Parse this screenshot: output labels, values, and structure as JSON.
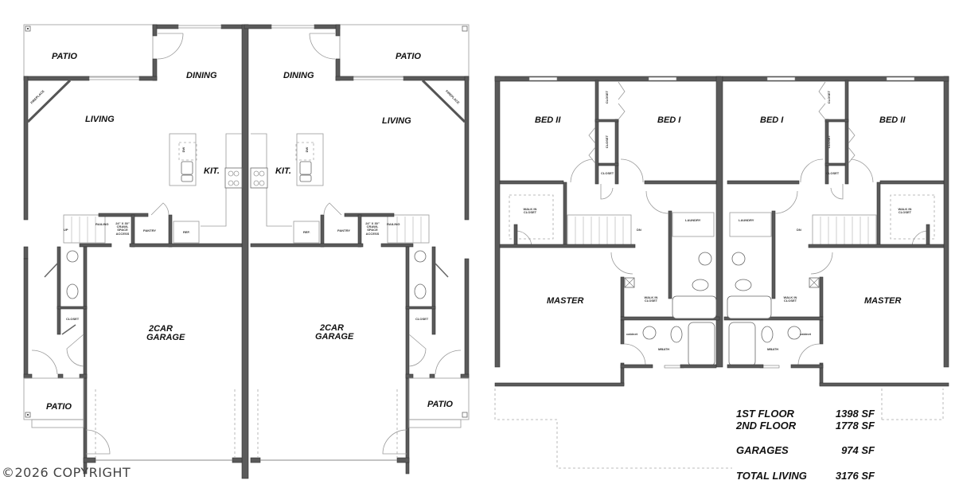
{
  "plan": {
    "first_floor": {
      "unit_left": {
        "rooms": {
          "patio_rear": "PATIO",
          "dining": "DINING",
          "living": "LIVING",
          "fireplace": "FIREPLACE",
          "kitchen": "KIT.",
          "dw": "DW",
          "railing": "RAILING",
          "up": "UP",
          "crawl": "24\" X 30\" CRAWL SPACE ACCESS",
          "pantry": "PANTRY",
          "ref": "REF.",
          "closet": "CLOSET",
          "garage_line1": "2CAR",
          "garage_line2": "GARAGE",
          "patio_front": "PATIO"
        }
      },
      "unit_right": {
        "rooms": {
          "patio_rear": "PATIO",
          "dining": "DINING",
          "living": "LIVING",
          "fireplace": "FIREPLACE",
          "kitchen": "KIT.",
          "dw": "DW",
          "railing": "RAILING",
          "crawl": "24\" X 30\" CRAWL SPACE ACCESS",
          "pantry": "PANTRY",
          "ref": "REF.",
          "closet": "CLOSET",
          "garage_line1": "2CAR",
          "garage_line2": "GARAGE",
          "patio_front": "PATIO"
        }
      }
    },
    "second_floor": {
      "unit_left": {
        "rooms": {
          "bed2": "BED II",
          "bed1": "BED I",
          "closet_a": "CLOSET",
          "closet_b": "CLOSET",
          "closet_c": "CLOSET",
          "walkin": "WALK IN CLOSET",
          "laundry": "LAUNDRY",
          "dn": "DN",
          "master": "MASTER",
          "master_walkin": "WALK IN CLOSET",
          "cabinet": "cabinet",
          "mbath": "MBATH"
        }
      },
      "unit_right": {
        "rooms": {
          "bed1": "BED I",
          "bed2": "BED II",
          "closet_a": "CLOSET",
          "closet_b": "CLOSET",
          "closet_c": "CLOSET",
          "walkin": "WALK IN CLOSET",
          "laundry": "LAUNDRY",
          "dn": "DN",
          "master": "MASTER",
          "master_walkin": "WALK IN CLOSET",
          "cabinet": "cabinet",
          "mbath": "MBATH"
        }
      }
    }
  },
  "areas": [
    {
      "label": "1ST FLOOR",
      "value": "1398 SF"
    },
    {
      "label": "2ND FLOOR",
      "value": "1778 SF"
    },
    {
      "label": "GARAGES",
      "value": "974 SF"
    },
    {
      "label": "TOTAL LIVING",
      "value": "3176 SF"
    }
  ],
  "watermark": "©2026 COPYRIGHT",
  "colors": {
    "wall": "#555555",
    "line": "#9a9a9a",
    "text": "#111111"
  }
}
